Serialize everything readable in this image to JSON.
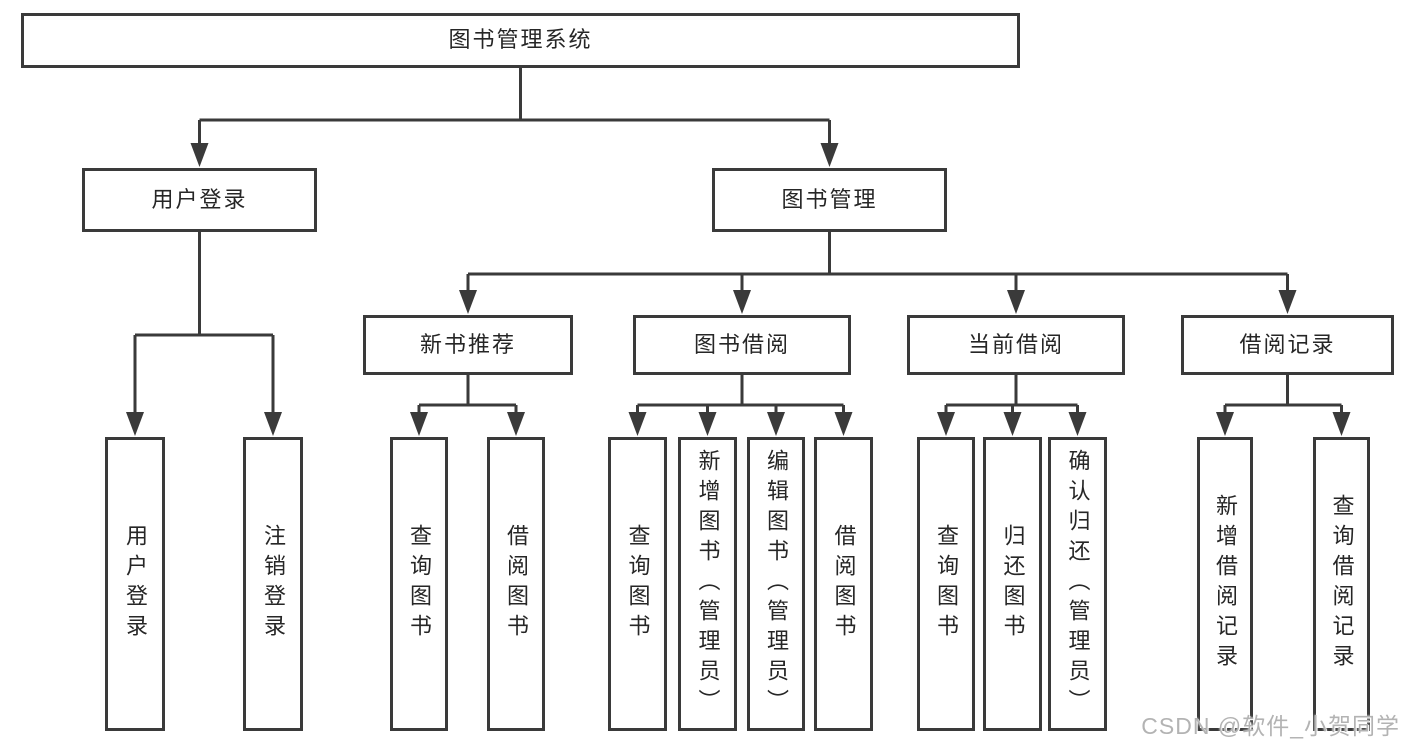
{
  "colors": {
    "line": "#3a3a3a",
    "box_border": "#3a3a3a",
    "text": "#262626",
    "background": "#ffffff",
    "watermark": "#b3b3b3"
  },
  "tree": {
    "root": {
      "label": "图书管理系统"
    },
    "branches": [
      {
        "label": "用户登录",
        "children": [
          {
            "label": "用户登录"
          },
          {
            "label": "注销登录"
          }
        ]
      },
      {
        "label": "图书管理",
        "groups": [
          {
            "label": "新书推荐",
            "children": [
              {
                "label": "查询图书"
              },
              {
                "label": "借阅图书"
              }
            ]
          },
          {
            "label": "图书借阅",
            "children": [
              {
                "label": "查询图书"
              },
              {
                "label": "新增图书（管理员）"
              },
              {
                "label": "编辑图书（管理员）"
              },
              {
                "label": "借阅图书"
              }
            ]
          },
          {
            "label": "当前借阅",
            "children": [
              {
                "label": "查询图书"
              },
              {
                "label": "归还图书"
              },
              {
                "label": "确认归还（管理员）"
              }
            ]
          },
          {
            "label": "借阅记录",
            "children": [
              {
                "label": "新增借阅记录"
              },
              {
                "label": "查询借阅记录"
              }
            ]
          }
        ]
      }
    ]
  },
  "watermark": {
    "text": "CSDN @软件_小贺同学"
  }
}
